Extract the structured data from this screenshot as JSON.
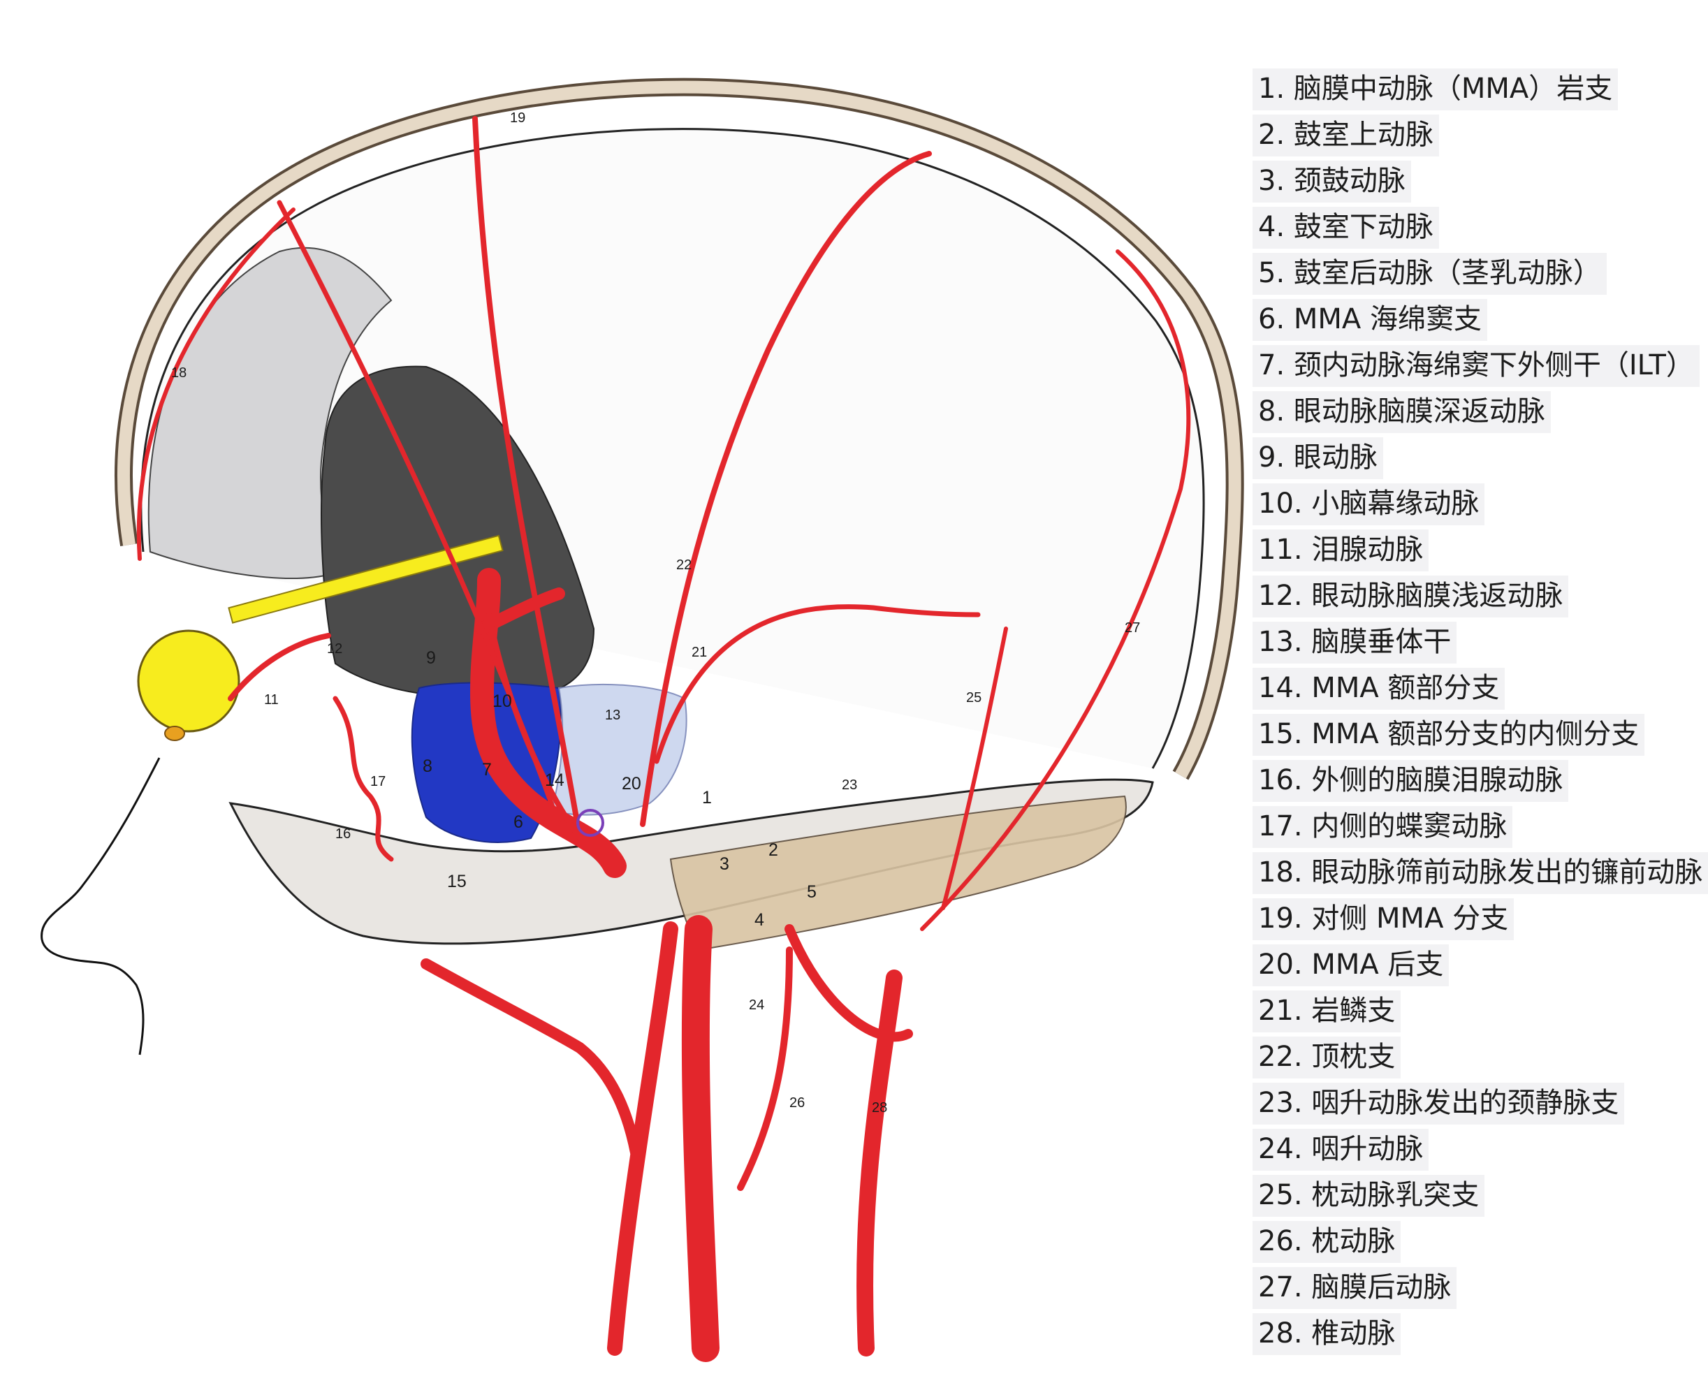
{
  "legend": {
    "items": [
      "1. 脑膜中动脉（MMA）岩支",
      "2. 鼓室上动脉",
      "3. 颈鼓动脉",
      "4. 鼓室下动脉",
      "5. 鼓室后动脉（茎乳动脉）",
      "6. MMA 海绵窦支",
      "7. 颈内动脉海绵窦下外侧干（ILT）",
      "8. 眼动脉脑膜深返动脉",
      "9. 眼动脉",
      "10. 小脑幕缘动脉",
      "11. 泪腺动脉",
      "12. 眼动脉脑膜浅返动脉",
      "13. 脑膜垂体干",
      "14. MMA 额部分支",
      "15. MMA 额部分支的内侧分支",
      "16. 外侧的脑膜泪腺动脉",
      "17. 内侧的蝶窦动脉",
      "18. 眼动脉筛前动脉发出的镰前动脉",
      "19. 对侧 MMA 分支",
      "20. MMA 后支",
      "21. 岩鳞支",
      "22. 顶枕支",
      "23. 咽升动脉发出的颈静脉支",
      "24. 咽升动脉",
      "25. 枕动脉乳突支",
      "26. 枕动脉",
      "27. 脑膜后动脉",
      "28. 椎动脉"
    ]
  },
  "figure": {
    "labels": [
      "1",
      "2",
      "3",
      "4",
      "5",
      "6",
      "7",
      "8",
      "9",
      "10",
      "11",
      "12",
      "13",
      "14",
      "15",
      "16",
      "17",
      "18",
      "19",
      "20",
      "21",
      "22",
      "23",
      "24",
      "25",
      "26",
      "27",
      "28"
    ]
  },
  "colors": {
    "artery": "#e3262c",
    "vein_blue": "#2238c4",
    "skull_beige": "#e6d9c6",
    "dura_gray": "#d5d5d7",
    "dark_fossa": "#4b4b4b",
    "eye_yellow": "#f7ec1e",
    "mastoid_tan": "#d9c4a3",
    "marker_purple": "#7a3fb8"
  }
}
